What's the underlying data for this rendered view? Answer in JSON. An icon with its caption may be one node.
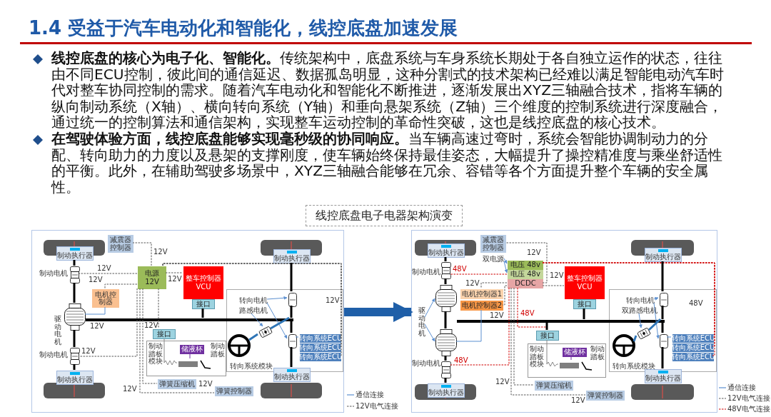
{
  "diagram": {
    "title": "1.4 受益于汽车电动化和智能化，线控底盘加速发展",
    "nodes": [
      {
        "text": [],
        "shape": "box"
      },
      {
        "text": [
          "制动执行器"
        ],
        "in": 0
      },
      {
        "text": [
          "减震器控制器"
        ],
        "in": 0
      },
      {
        "text": [
          "电源",
          "12V"
        ],
        "in": 0
      },
      {
        "text": [
          "整车控制器",
          "VCU"
        ],
        "in": 0
      },
      {
        "text": [
          "接口"
        ],
        "in": 0
      },
      {
        "text": [
          "电机控制器"
        ],
        "in": 0
      },
      {
        "text": [
          "接口"
        ],
        "in": 0
      },
      {
        "text": [
          "制动踏板模块",
          "制动踏板"
        ],
        "in": 0
      },
      {
        "text": [
          "储液杯"
        ],
        "in": 8
      },
      {
        "text": [
          "制动执行器"
        ],
        "in": 0
      },
      {
        "text": [
          "弹簧压缩机"
        ],
        "in": 0
      },
      {
        "text": [
          "弹簧控制器"
        ],
        "in": 0
      },
      {
        "text": [
          "制动执行器"
        ],
        "in": 0
      },
      {
        "text": [
          "转向系统模块"
        ],
        "in": 0
      },
      {
        "text": [
          "转向系统ECU"
        ],
        "in": 14
      },
      {
        "text": [
          "转向系统ECU"
        ],
        "in": 14
      },
      {
        "text": [
          "转向系统ECU"
        ],
        "in": 14
      },
      {
        "text": [
          "制动执行器"
        ],
        "in": 0
      },
      {
        "text": [],
        "shape": "box"
      },
      {
        "text": [
          "制动执行器"
        ],
        "in": 19
      },
      {
        "text": [
          "减震器控制器"
        ],
        "in": 19
      },
      {
        "text": [
          "电压 48v"
        ],
        "in": 19
      },
      {
        "text": [
          "电压 48v"
        ],
        "in": 19
      },
      {
        "text": [
          "DCDC"
        ],
        "in": 19
      },
      {
        "text": [
          "双电源"
        ],
        "in": 19
      },
      {
        "text": [
          "整车控制器",
          "VCU"
        ],
        "in": 19
      },
      {
        "text": [
          "接口"
        ],
        "in": 19
      },
      {
        "text": [
          "电机控制器1"
        ],
        "in": 19
      },
      {
        "text": [
          "电机控制器2"
        ],
        "in": 19
      },
      {
        "text": [
          "接口"
        ],
        "in": 19
      },
      {
        "text": [
          "制动踏板模块",
          "制动踏板"
        ],
        "in": 19
      },
      {
        "text": [
          "储液杯"
        ],
        "in": 31
      },
      {
        "text": [
          "制动执行器"
        ],
        "in": 19
      },
      {
        "text": [
          "弹簧压缩机"
        ],
        "in": 19
      },
      {
        "text": [
          "弹簧控制器"
        ],
        "in": 19
      },
      {
        "text": [
          "制动执行器"
        ],
        "in": 19
      },
      {
        "text": [
          "转向系统模块"
        ],
        "in": 19
      },
      {
        "text": [
          "转向系统ECU"
        ],
        "in": 37
      },
      {
        "text": [
          "转向系统ECU"
        ],
        "in": 37
      },
      {
        "text": [
          "转向系统ECU"
        ],
        "in": 37
      },
      {
        "text": [
          "制动执行器"
        ],
        "in": 19
      },
      {
        "text": [
          "转向电机"
        ],
        "in": 14
      },
      {
        "text": [
          "路感电机"
        ],
        "in": 14
      },
      {
        "text": [
          "转向电机"
        ],
        "in": 37
      },
      {
        "text": [
          "双路感电机"
        ],
        "in": 37
      },
      {
        "text": [
          "驱动电机"
        ],
        "in": 19
      },
      {
        "text": [],
        "shape": "picture",
        "in": 0
      },
      {
        "text": [],
        "shape": "picture",
        "in": 0
      },
      {
        "text": [],
        "shape": "picture",
        "in": 0
      },
      {
        "text": [],
        "shape": "picture",
        "in": 14
      },
      {
        "text": [],
        "shape": "picture",
        "in": 14
      },
      {
        "text": [],
        "shape": "picture",
        "in": 14
      },
      {
        "text": [],
        "shape": "picture",
        "in": 19
      },
      {
        "text": [],
        "shape": "picture",
        "in": 19
      },
      {
        "text": [],
        "shape": "picture",
        "in": 19
      },
      {
        "text": [],
        "shape": "picture",
        "in": 19
      },
      {
        "text": [],
        "shape": "picture",
        "in": 37
      },
      {
        "text": [],
        "shape": "picture",
        "in": 37
      },
      {
        "text": [],
        "shape": "picture",
        "in": 37
      },
      {
        "text": [],
        "shape": "picture",
        "in": 8
      },
      {
        "text": [],
        "shape": "picture",
        "in": 31
      },
      {
        "text": [],
        "shape": "bar",
        "in": 0
      },
      {
        "text": [],
        "shape": "bar",
        "in": 19
      },
      {
        "text": [],
        "shape": "picture",
        "in": 14
      },
      {
        "text": [],
        "shape": "picture",
        "in": 37
      }
    ],
    "edges": [
      {
        "from": 0,
        "to": 19,
        "arrow": "to",
        "style": "thick",
        "color": "#1f5fa8"
      },
      {
        "from": 3,
        "to": 2,
        "arrow": "none",
        "style": "dashed"
      },
      {
        "from": 3,
        "to": 4,
        "arrow": "none",
        "style": "dashed"
      },
      {
        "from": 3,
        "to": 6,
        "arrow": "none",
        "style": "dashed"
      },
      {
        "from": 3,
        "to": 7,
        "arrow": "none",
        "style": "dashed"
      },
      {
        "from": 3,
        "to": 11,
        "arrow": "none",
        "style": "dashed"
      },
      {
        "from": 3,
        "to": 12,
        "arrow": "none",
        "style": "dashed"
      },
      {
        "from": 3,
        "to": 15,
        "arrow": "none",
        "style": "dashed"
      },
      {
        "from": 3,
        "to": 16,
        "arrow": "none",
        "style": "dashed"
      },
      {
        "from": 3,
        "to": 17,
        "arrow": "none",
        "style": "dashed"
      },
      {
        "from": 5,
        "to": 62,
        "arrow": "none",
        "style": "thick",
        "color": "#000000"
      },
      {
        "from": 6,
        "to": 48,
        "arrow": "none",
        "color": "#5b8fd0"
      },
      {
        "from": 42,
        "to": 51,
        "arrow": "to",
        "color": "#5b8fd0"
      },
      {
        "from": 42,
        "to": 52,
        "arrow": "to",
        "color": "#5b8fd0"
      },
      {
        "from": 43,
        "to": 64,
        "arrow": "to",
        "color": "#5b8fd0"
      },
      {
        "from": 15,
        "to": 52,
        "arrow": "none",
        "color": "#5b8fd0"
      },
      {
        "from": 3,
        "to": 47,
        "arrow": "none",
        "style": "dashed"
      },
      {
        "from": 3,
        "to": 49,
        "arrow": "none",
        "style": "dashed"
      },
      {
        "from": 7,
        "to": 60,
        "arrow": "none",
        "color": "#888888"
      },
      {
        "from": 9,
        "to": 60,
        "arrow": "none",
        "color": "#7030a0"
      },
      {
        "from": 1,
        "to": 47,
        "arrow": "none",
        "style": "thick",
        "color": "#000000"
      },
      {
        "from": 47,
        "to": 48,
        "arrow": "none",
        "style": "thick",
        "color": "#000000"
      },
      {
        "from": 48,
        "to": 49,
        "arrow": "none",
        "style": "thick",
        "color": "#000000"
      },
      {
        "from": 49,
        "to": 10,
        "arrow": "none",
        "style": "thick",
        "color": "#000000"
      },
      {
        "from": 13,
        "to": 51,
        "arrow": "none",
        "style": "thick",
        "color": "#000000"
      },
      {
        "from": 51,
        "to": 62,
        "arrow": "none",
        "style": "thick",
        "color": "#000000"
      },
      {
        "from": 62,
        "to": 52,
        "arrow": "none",
        "style": "thick",
        "color": "#000000"
      },
      {
        "from": 52,
        "to": 18,
        "arrow": "none",
        "style": "thick",
        "color": "#000000"
      },
      {
        "from": 50,
        "to": 64,
        "arrow": "none",
        "style": "thick",
        "color": "#2e75b6"
      },
      {
        "from": 64,
        "to": 62,
        "arrow": "none",
        "style": "thick",
        "color": "#2e75b6"
      },
      {
        "from": 23,
        "to": 53,
        "arrow": "none",
        "style": "dashed",
        "color": "#d00000"
      },
      {
        "from": 22,
        "to": 38,
        "arrow": "none",
        "style": "dashed",
        "color": "#d00000"
      },
      {
        "from": 22,
        "to": 39,
        "arrow": "none",
        "style": "dashed",
        "color": "#d00000"
      },
      {
        "from": 22,
        "to": 40,
        "arrow": "none",
        "style": "dashed",
        "color": "#d00000"
      },
      {
        "from": 24,
        "to": 21,
        "arrow": "none",
        "style": "dashed"
      },
      {
        "from": 24,
        "to": 26,
        "arrow": "none",
        "style": "dashed"
      },
      {
        "from": 24,
        "to": 29,
        "arrow": "none",
        "style": "dashed"
      },
      {
        "from": 24,
        "to": 28,
        "arrow": "none",
        "style": "dashed"
      },
      {
        "from": 24,
        "to": 30,
        "arrow": "none",
        "style": "dashed",
        "color": "#d00000"
      },
      {
        "from": 24,
        "to": 34,
        "arrow": "none",
        "style": "dashed"
      },
      {
        "from": 24,
        "to": 35,
        "arrow": "none",
        "style": "dashed"
      },
      {
        "from": 24,
        "to": 56,
        "arrow": "none",
        "style": "dashed",
        "color": "#d00000"
      },
      {
        "from": 25,
        "to": 22,
        "arrow": "to",
        "color": "#5b8fd0"
      },
      {
        "from": 25,
        "to": 23,
        "arrow": "to",
        "color": "#5b8fd0"
      },
      {
        "from": 27,
        "to": 63,
        "arrow": "none",
        "style": "thick",
        "color": "#000000"
      },
      {
        "from": 30,
        "to": 63,
        "arrow": "none",
        "style": "thick",
        "color": "#000000"
      },
      {
        "from": 29,
        "to": 55,
        "arrow": "none",
        "color": "#5b8fd0"
      },
      {
        "from": 46,
        "to": 54,
        "arrow": "to",
        "color": "#5b8fd0"
      },
      {
        "from": 46,
        "to": 55,
        "arrow": "to",
        "color": "#5b8fd0"
      },
      {
        "from": 44,
        "to": 58,
        "arrow": "to",
        "color": "#5b8fd0"
      },
      {
        "from": 44,
        "to": 59,
        "arrow": "to",
        "color": "#5b8fd0"
      },
      {
        "from": 45,
        "to": 65,
        "arrow": "to",
        "color": "#5b8fd0"
      },
      {
        "from": 38,
        "to": 59,
        "arrow": "none",
        "color": "#5b8fd0"
      },
      {
        "from": 30,
        "to": 61,
        "arrow": "none",
        "color": "#888888"
      },
      {
        "from": 32,
        "to": 61,
        "arrow": "none",
        "color": "#7030a0"
      },
      {
        "from": 20,
        "to": 53,
        "arrow": "none",
        "style": "thick",
        "color": "#000000"
      },
      {
        "from": 53,
        "to": 54,
        "arrow": "none",
        "style": "thick",
        "color": "#000000"
      },
      {
        "from": 54,
        "to": 55,
        "arrow": "none",
        "style": "thick",
        "color": "#000000"
      },
      {
        "from": 55,
        "to": 56,
        "arrow": "none",
        "style": "thick",
        "color": "#000000"
      },
      {
        "from": 56,
        "to": 33,
        "arrow": "none",
        "style": "thick",
        "color": "#000000"
      },
      {
        "from": 36,
        "to": 58,
        "arrow": "none",
        "style": "thick",
        "color": "#000000"
      },
      {
        "from": 58,
        "to": 63,
        "arrow": "none",
        "style": "thick",
        "color": "#000000"
      },
      {
        "from": 63,
        "to": 59,
        "arrow": "none",
        "style": "thick",
        "color": "#000000"
      },
      {
        "from": 59,
        "to": 41,
        "arrow": "none",
        "style": "thick",
        "color": "#000000"
      },
      {
        "from": 57,
        "to": 65,
        "arrow": "none",
        "style": "thick",
        "color": "#2e75b6"
      },
      {
        "from": 65,
        "to": 63,
        "arrow": "none",
        "style": "thick",
        "color": "#2e75b6"
      }
    ],
    "labels": [
      "**线控底盘的核心为电子化、智能化。**传统架构中，底盘系统与车身系统长期处于各自独立运作的状态，往往由不同ECU控制，彼此间的通信延迟、数据孤岛明显，这种分割式的技术架构已经难以满足智能电动汽车时代对整车协同控制的需求。随着汽车电动化和智能化不断推进，逐渐发展出XYZ三轴融合技术，指将车辆的纵向制动系统（X轴）、横向转向系统（Y轴）和垂向悬架系统（Z轴）三个维度的控制系统进行深度融合，通过统一的控制算法和通信架构，实现整车运动控制的革命性突破，这也是线控底盘的核心技术。",
      "**在驾驶体验方面，线控底盘能够实现毫秒级的协同响应。**当车辆高速过弯时，系统会智能协调制动力的分配、转向助力的力度以及悬架的支撑刚度，使车辆始终保持最佳姿态，大幅提升了操控精准度与乘坐舒适性的平衡。此外，在辅助驾驶多场景中，XYZ三轴融合能够在冗余、容错等各个方面提升整个车辆的安全属性。",
      "线控底盘电子电器架构演变",
      "制动电机",
      "12V",
      "12V",
      "12V",
      "12V",
      "12V",
      "驱动电机",
      "12V",
      "制动电机",
      "12V",
      "12V",
      "12V",
      "12V",
      "制动电机",
      "48V",
      "12V",
      "12V",
      "12V",
      "12V",
      "48V",
      "48V",
      "制动电机",
      "12V",
      "12V",
      "48V"
    ],
    "legend": [
      {
        "text": "通信连接"
      },
      {
        "text": "12V电气连接"
      },
      {
        "text": "通信连接"
      },
      {
        "text": "12V电气连接"
      },
      {
        "text": "48V电气连接"
      }
    ]
  }
}
